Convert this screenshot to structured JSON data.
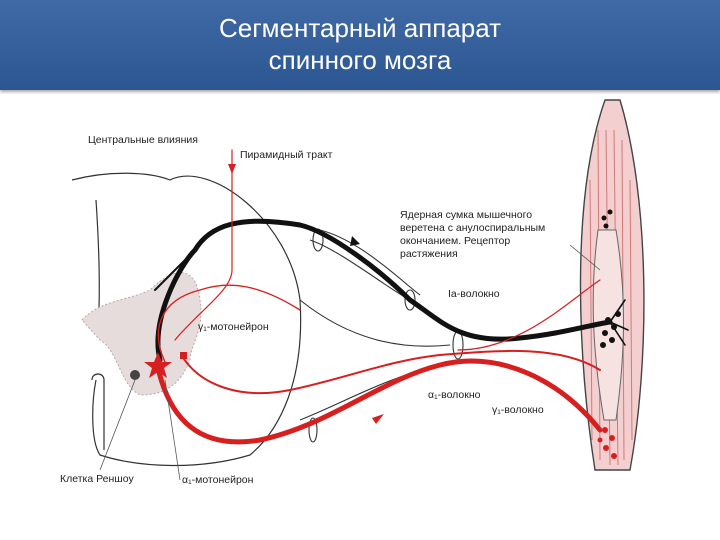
{
  "slide": {
    "title_line1": "Сегментарный аппарат",
    "title_line2": "спинного мозга"
  },
  "labels": {
    "central": "Центральные влияния",
    "pyramidal": "Пирамидный тракт",
    "nuclear_line1": "Ядерная сумка мышечного",
    "nuclear_line2": "веретена с анулоспиральным",
    "nuclear_line3": "окончанием. Рецептор",
    "nuclear_line4": "растяжения",
    "ia_fiber": "Ia-волокно",
    "gamma_neuron": "γ₁-мотонейрон",
    "alpha_fiber": "α₁-волокно",
    "gamma_fiber": "γ₁-волокно",
    "renshaw": "Клетка Реншоу",
    "alpha_neuron": "α₁-мотонейрон"
  },
  "colors": {
    "title_bar": "#2c5691",
    "motor_red": "#d81f1f",
    "afferent_black": "#111111",
    "muscle_pink": "#e9a4a4"
  }
}
